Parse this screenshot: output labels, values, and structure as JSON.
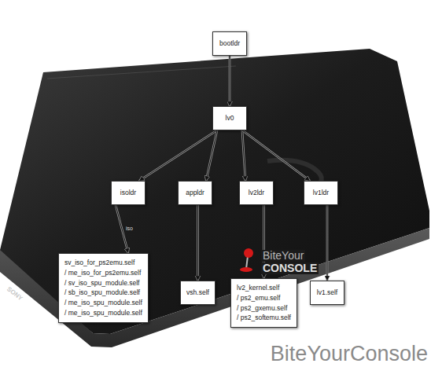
{
  "diagram": {
    "nodes": [
      {
        "text": [
          "bootldr"
        ]
      },
      {
        "text": [
          "lv0"
        ]
      },
      {
        "text": [
          "isoldr"
        ]
      },
      {
        "text": [
          "appldr"
        ]
      },
      {
        "text": [
          "lv2ldr"
        ]
      },
      {
        "text": [
          "lv1ldr"
        ]
      },
      {
        "text": [
          "sv_iso_for_ps2emu.self",
          "/ me_iso_for_ps2emu.self",
          "/ sv_iso_spu_module.self",
          "/ sb_iso_spu_module.self",
          "/ me_iso_spu_module.self",
          "/ me_iso_spu_module.self"
        ]
      },
      {
        "text": [
          "vsh.self"
        ]
      },
      {
        "text": [
          "lv2_kernel.self",
          "/ ps2_emu.self",
          "/ ps2_gxemu.self",
          "/ ps2_softemu.self"
        ]
      },
      {
        "text": [
          "lv1.self"
        ]
      }
    ],
    "edges": [
      {
        "from": 0,
        "to": 1,
        "arrow": "to"
      },
      {
        "from": 1,
        "to": 2,
        "arrow": "to"
      },
      {
        "from": 1,
        "to": 3,
        "arrow": "to"
      },
      {
        "from": 1,
        "to": 4,
        "arrow": "to"
      },
      {
        "from": 1,
        "to": 5,
        "arrow": "to"
      },
      {
        "from": 2,
        "to": 6,
        "label": "iso",
        "arrow": "to"
      },
      {
        "from": 3,
        "to": 7,
        "arrow": "to"
      },
      {
        "from": 4,
        "to": 8,
        "arrow": "to"
      },
      {
        "from": 5,
        "to": 9,
        "arrow": "to"
      }
    ],
    "labels": [
      "BiteYour",
      "CONSOLE",
      "BiteYourConsole",
      "SONY"
    ]
  }
}
